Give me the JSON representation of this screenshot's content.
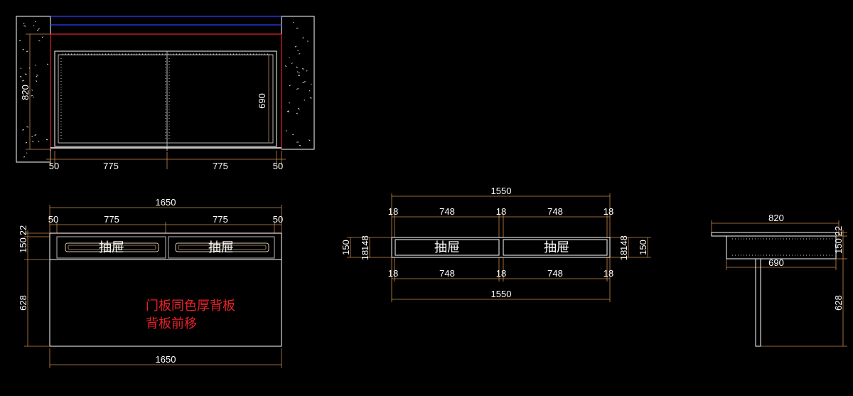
{
  "colors": {
    "background": "#000000",
    "line": "#ffffff",
    "dimension": "#c98a4a",
    "wall_line": "#e8202a",
    "top_line": "#2d3cff",
    "note": "#e8202a"
  },
  "plan_view": {
    "height_820": "820",
    "inner_690": "690",
    "left_50": "50",
    "width_775_a": "775",
    "width_775_b": "775",
    "right_50": "50"
  },
  "front_view": {
    "overall_top": "1650",
    "left_50": "50",
    "width_775_a": "775",
    "width_775_b": "775",
    "right_50": "50",
    "top_150": "150",
    "top_22": "22",
    "body_628": "628",
    "drawer_1": "抽屉",
    "drawer_2": "抽屉",
    "note_line_1": "门板同色厚背板",
    "note_line_2": "背板前移",
    "overall_bottom": "1650"
  },
  "drawer_view": {
    "overall_top": "1550",
    "top_18_a": "18",
    "top_748_a": "748",
    "top_18_b": "18",
    "top_748_b": "748",
    "top_18_c": "18",
    "left_150": "150",
    "left_148": "148",
    "left_18": "18",
    "right_148": "148",
    "right_18": "18",
    "right_150": "150",
    "drawer_1": "抽屉",
    "drawer_2": "抽屉",
    "bottom_18_a": "18",
    "bottom_748_a": "748",
    "bottom_18_b": "18",
    "bottom_748_b": "748",
    "bottom_18_c": "18",
    "overall_bottom": "1550"
  },
  "side_view": {
    "depth_820": "820",
    "inner_690": "690",
    "right_150": "150",
    "right_22": "22",
    "leg_628": "628"
  }
}
